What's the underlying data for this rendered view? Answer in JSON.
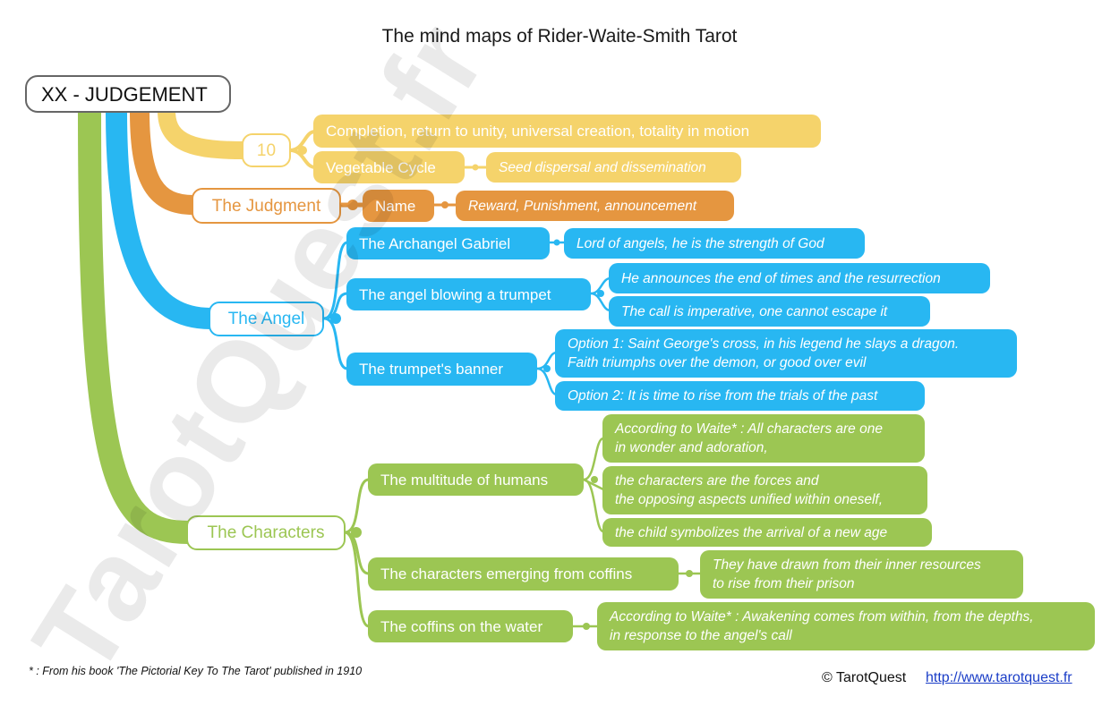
{
  "title": "The mind maps of Rider-Waite-Smith Tarot",
  "root": "XX - JUDGEMENT",
  "number_branch": {
    "label": "10",
    "completion": "Completion, return to unity, universal creation, totality in motion",
    "vegetable_cycle": "Vegetable Cycle",
    "seed": "Seed dispersal and dissemination"
  },
  "judgment_branch": {
    "label": "The Judgment",
    "name": "Name",
    "reward": "Reward, Punishment, announcement"
  },
  "angel_branch": {
    "label": "The Angel",
    "gabriel": "The Archangel Gabriel",
    "gabriel_note": "Lord of angels, he is the strength of God",
    "trumpet": "The angel blowing a trumpet",
    "trumpet_note1": "He announces the end of times and the resurrection",
    "trumpet_note2": "The call is imperative, one cannot escape it",
    "banner": "The trumpet's banner",
    "banner_option1_line1": "Option 1: Saint George's cross, in his legend he slays a dragon.",
    "banner_option1_line2": "Faith triumphs over the demon, or good over evil",
    "banner_option2": "Option 2: It is time to rise from the trials of the past"
  },
  "characters_branch": {
    "label": "The Characters",
    "multitude": "The multitude of humans",
    "waite1_line1": "According to Waite* : All characters are one",
    "waite1_line2": "in wonder and adoration,",
    "forces_line1": "the characters are the forces and",
    "forces_line2": "the opposing aspects unified within oneself,",
    "child": "the child symbolizes the arrival of a new age",
    "emerging": "The characters emerging from coffins",
    "resources_line1": "They have drawn from their inner resources",
    "resources_line2": "to rise from their prison",
    "coffins_water": "The coffins on the water",
    "waite2_line1": "According to Waite* : Awakening comes from within, from the depths,",
    "waite2_line2": "in response to the angel's call"
  },
  "footnote": "* : From his book 'The Pictorial Key To The Tarot' published in 1910",
  "copyright": "© TarotQuest",
  "website": "http://www.tarotquest.fr",
  "watermark": "TarotQuest.fr",
  "colors": {
    "yellow": "#f5d36b",
    "orange": "#e59640",
    "blue": "#28b7f2",
    "green": "#9cc653",
    "root_border": "#666666"
  }
}
